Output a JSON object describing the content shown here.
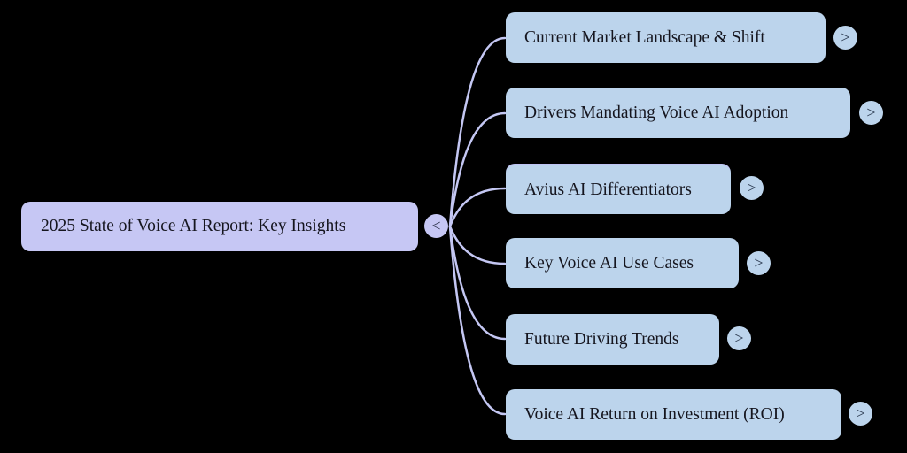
{
  "mindmap": {
    "root": {
      "label": "2025 State of Voice AI Report: Key Insights",
      "collapse_glyph": "<"
    },
    "branches": [
      {
        "label": "Current Market Landscape & Shift",
        "expand_glyph": ">"
      },
      {
        "label": "Drivers Mandating Voice AI Adoption",
        "expand_glyph": ">"
      },
      {
        "label": "Avius AI Differentiators",
        "expand_glyph": ">"
      },
      {
        "label": "Key Voice AI Use Cases",
        "expand_glyph": ">"
      },
      {
        "label": "Future Driving Trends",
        "expand_glyph": ">"
      },
      {
        "label": "Voice AI Return on Investment (ROI)",
        "expand_glyph": ">"
      }
    ]
  },
  "colors": {
    "background": "#000000",
    "root_node_fill": "#c6c7f4",
    "branch_node_fill": "#bcd4ec",
    "connector": "#c4c7f3",
    "node_text": "#15151e",
    "branch_accent_border": "#bfc3f4"
  }
}
